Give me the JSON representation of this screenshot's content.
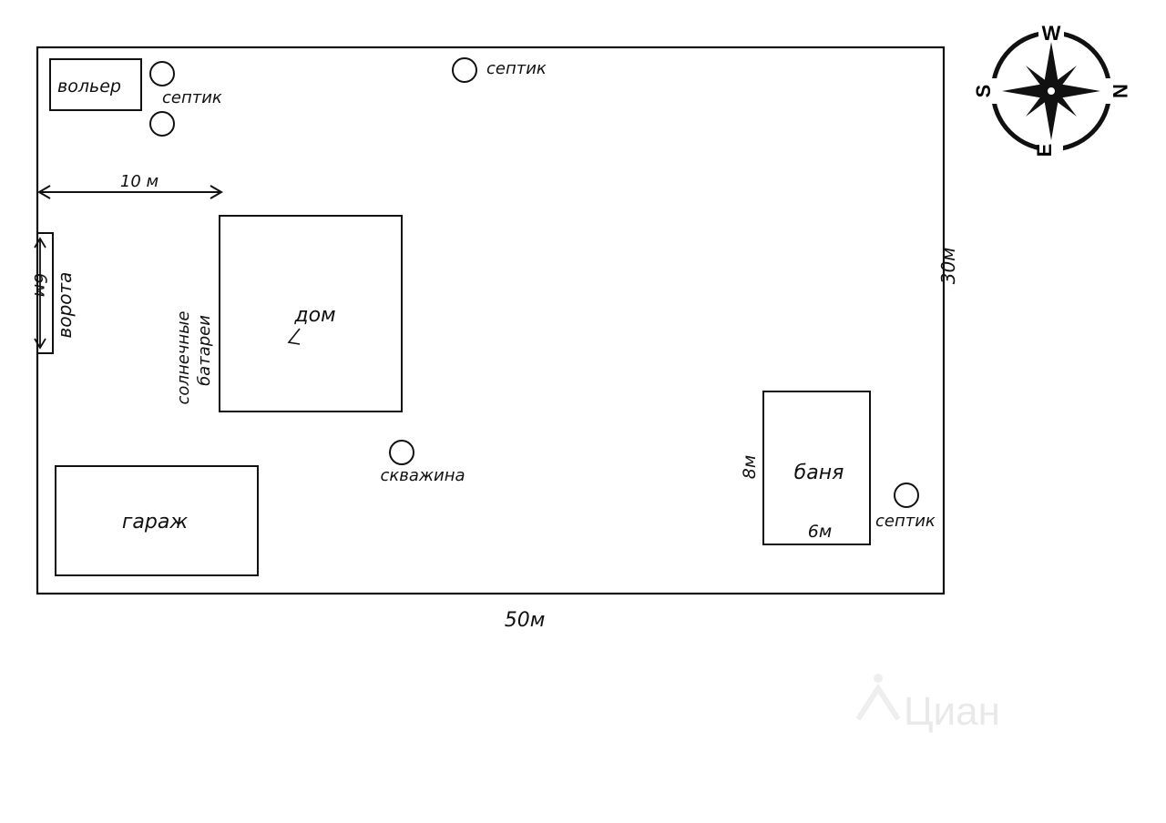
{
  "plot": {
    "width_label": "50м",
    "depth_label": "30м",
    "gate_offset_label": "10 м",
    "gate_width_label": "6м"
  },
  "structures": {
    "enclosure": "вольер",
    "house": "дом",
    "solar_panels_line1": "солнечные",
    "solar_panels_line2": "батареи",
    "gate": "ворота",
    "garage": "гараж",
    "well": "скважина",
    "bathhouse": "баня",
    "bathhouse_depth": "8м",
    "bathhouse_width": "6м"
  },
  "septics": {
    "label_top_left": "септик",
    "label_top_center": "септик",
    "label_right": "септик"
  },
  "compass": {
    "north": "N",
    "east": "E",
    "south": "S",
    "west": "W"
  },
  "watermark": {
    "text": "Циан"
  }
}
